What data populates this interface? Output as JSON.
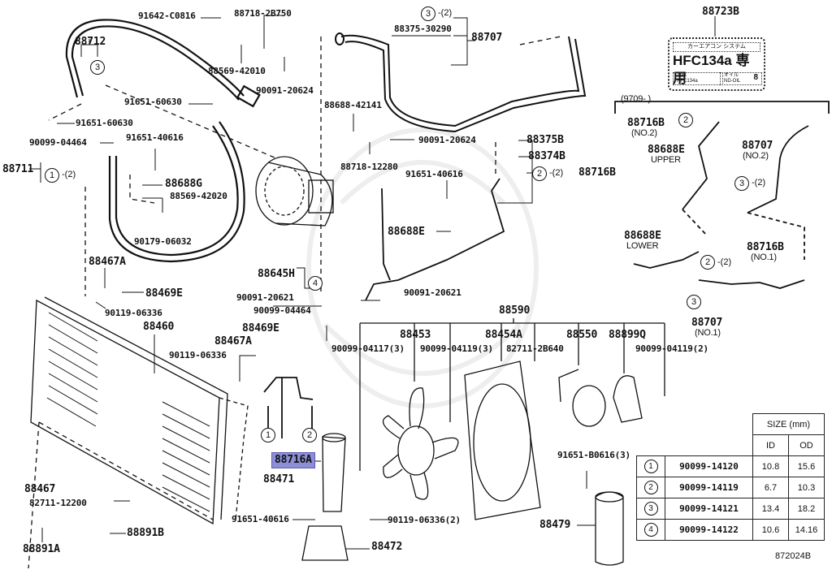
{
  "diagram": {
    "title": "Air conditioner condenser, piping and fan assembly parts diagram",
    "reference_code": "872024B",
    "highlight_color": "#8d8fd6",
    "highlighted_part": "88716A"
  },
  "labels": {
    "p91642_C0816": "91642-C0816",
    "p88718_2B750": "88718-2B750",
    "p88712": "88712",
    "p88569_42010": "88569-42010",
    "p90091_20624_a": "90091-20624",
    "p91651_60630_a": "91651-60630",
    "p91651_60630_b": "91651-60630",
    "p90099_04464_a": "90099-04464",
    "p91651_40616_a": "91651-40616",
    "p88711": "88711",
    "p88688G": "88688G",
    "p88569_42020": "88569-42020",
    "p90179_06032": "90179-06032",
    "p88467A_a": "88467A",
    "p88469E_a": "88469E",
    "p90119_06336_a": "90119-06336",
    "p88460": "88460",
    "p88467A_b": "88467A",
    "p90119_06336_b": "90119-06336",
    "p88469E_b": "88469E",
    "p88645H": "88645H",
    "p90091_20621_a": "90091-20621",
    "p90099_04464_b": "90099-04464",
    "p88716A": "88716A",
    "p88471": "88471",
    "p88467": "88467",
    "p82711_12200": "82711-12200",
    "p88891A": "88891A",
    "p88891B": "88891B",
    "p91651_40616_b": "91651-40616",
    "p90119_06336_c": "90119-06336(2)",
    "p88472": "88472",
    "p88707": "88707",
    "p88375_30290": "88375-30290",
    "p88688_42141": "88688-42141",
    "p90091_20624_b": "90091-20624",
    "p88718_12280": "88718-12280",
    "p91651_40616_c": "91651-40616",
    "p88688E": "88688E",
    "p90091_20621_b": "90091-20621",
    "p88375B": "88375B",
    "p88374B": "88374B",
    "p88716B": "88716B",
    "p88590": "88590",
    "p88453": "88453",
    "p88454A": "88454A",
    "p88550": "88550",
    "p88899Q": "88899Q",
    "p90099_04117": "90099-04117(3)",
    "p90099_04119_a": "90099-04119(3)",
    "p82711_2B640": "82711-2B640",
    "p90099_04119_b": "90099-04119(2)",
    "p91651_B0616": "91651-B0616(3)",
    "p88479": "88479",
    "p88723B": "88723B",
    "date_range": "(9709-      )",
    "p88716B_no2": "88716B",
    "no2_a": "(NO.2)",
    "p88688E_upper": "88688E",
    "upper": "UPPER",
    "p88688E_lower": "88688E",
    "lower": "LOWER",
    "p88707_no2": "88707",
    "no2_b": "(NO.2)",
    "p88716B_no1": "88716B",
    "no1_a": "(NO.1)",
    "p88707_no1": "88707",
    "no1_b": "(NO.1)"
  },
  "callouts": {
    "c3_88712": "3",
    "c1_88711": "1",
    "q_88711": "-(2)",
    "c3_88707": "3",
    "q_88707": "-(2)",
    "c2_88716B": "2",
    "q_88716B": "-(2)",
    "c4_88645H": "4",
    "c1_88716A": "1",
    "c2_88716A": "2",
    "c2_no2": "2",
    "c3_no2": "3",
    "q_no2": "-(2)",
    "c2_no1": "2",
    "q_no1": "-(2)",
    "c3_no1": "3"
  },
  "plate": {
    "header": "カーエアコン システム",
    "main": "HFC134a 専用",
    "left_caption": "冷媒",
    "left_value": "HFC134a",
    "right_caption": "オイル",
    "right_value": "ND-OIL",
    "right_number": "8"
  },
  "size_table": {
    "header": "SIZE (mm)",
    "col_id": "ID",
    "col_od": "OD",
    "rows": [
      {
        "ref": "1",
        "part": "90099-14120",
        "id": "10.8",
        "od": "15.6"
      },
      {
        "ref": "2",
        "part": "90099-14119",
        "id": "6.7",
        "od": "10.3"
      },
      {
        "ref": "3",
        "part": "90099-14121",
        "id": "13.4",
        "od": "18.2"
      },
      {
        "ref": "4",
        "part": "90099-14122",
        "id": "10.6",
        "od": "14.16"
      }
    ]
  }
}
